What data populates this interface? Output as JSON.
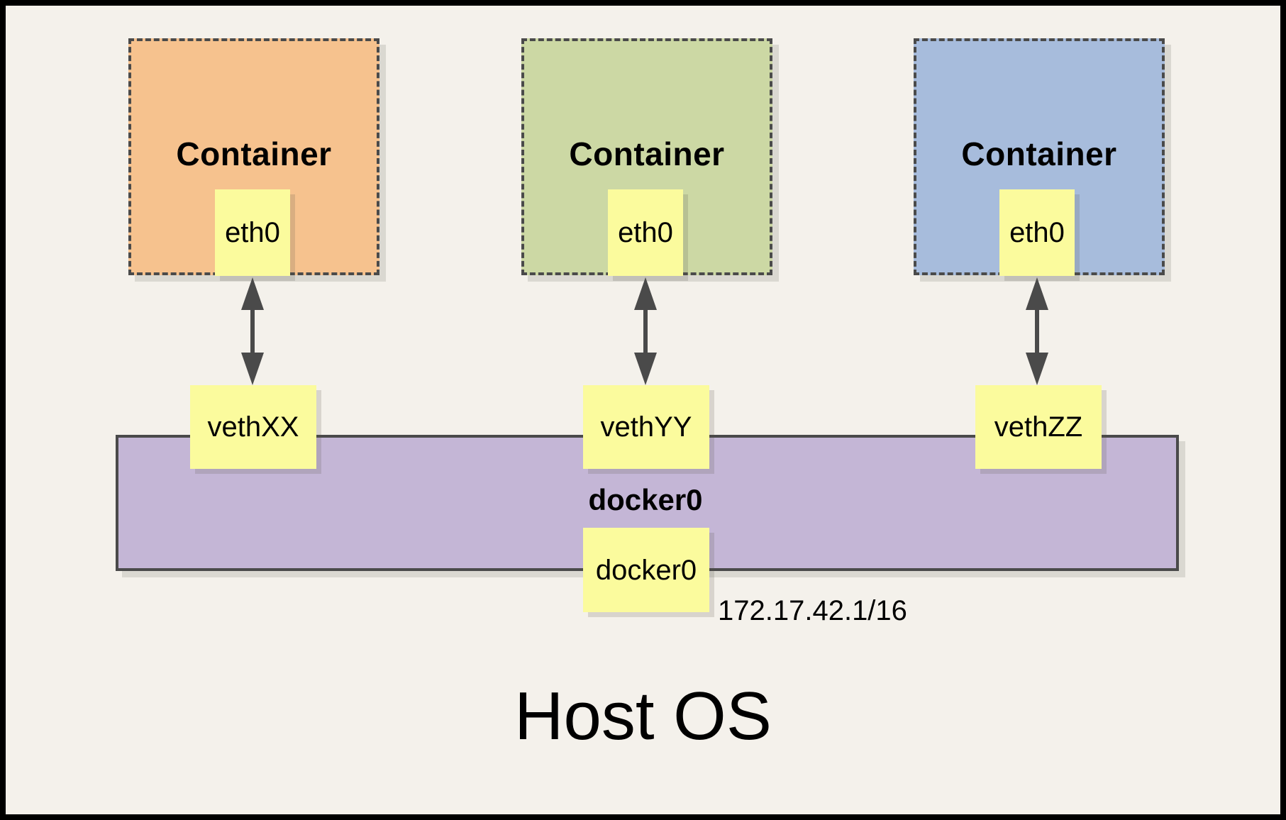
{
  "diagram": {
    "host_os_label": "Host OS",
    "containers": [
      {
        "label": "Container",
        "interface_label": "eth0",
        "veth_label": "vethXX",
        "fill": "#f6c28e"
      },
      {
        "label": "Container",
        "interface_label": "eth0",
        "veth_label": "vethYY",
        "fill": "#ccd8a4"
      },
      {
        "label": "Container",
        "interface_label": "eth0",
        "veth_label": "vethZZ",
        "fill": "#a7bcdc"
      }
    ],
    "bridge": {
      "label": "docker0",
      "interface_label": "docker0",
      "ip": "172.17.42.1/16",
      "fill": "#c4b6d6"
    },
    "colors": {
      "background": "#f4f1eb",
      "interface_box_fill": "#fbfb9d",
      "line": "#4a4a4a",
      "frame_border": "#000000"
    }
  }
}
